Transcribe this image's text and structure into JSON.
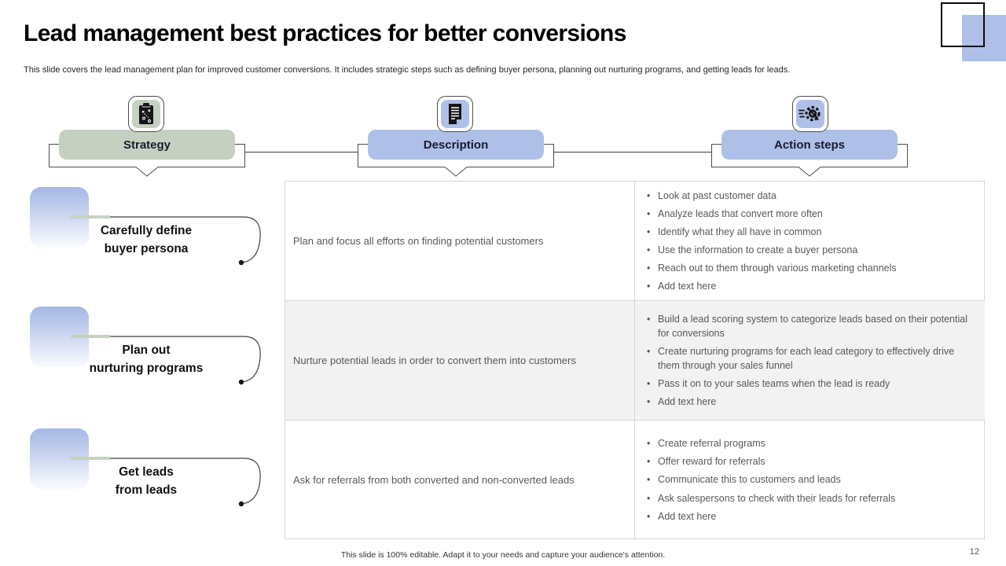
{
  "slide": {
    "title": "Lead management best practices for better conversions",
    "subtitle": "This slide covers the lead management plan for improved customer conversions. It includes strategic steps such as defining buyer persona, planning out nurturing programs, and getting leads for leads.",
    "footer": "This slide is 100% editable.  Adapt it to your needs and capture your audience's attention.",
    "page_number": "12"
  },
  "colors": {
    "sage": "#c6d0c0",
    "blue": "#aec0e8",
    "row_alt": "#f2f2f2",
    "table_border": "#d9d9d9",
    "body_text": "#595959"
  },
  "headers": [
    {
      "label": "Strategy",
      "icon": "clipboard-strategy-icon"
    },
    {
      "label": "Description",
      "icon": "document-icon"
    },
    {
      "label": "Action steps",
      "icon": "gear-speed-icon"
    }
  ],
  "rows": [
    {
      "strategy_lines": [
        "Carefully define",
        "buyer persona"
      ],
      "description": "Plan and focus all efforts  on finding  potential customers",
      "actions": [
        "Look at past customer data",
        "Analyze leads that convert  more often",
        "Identify what they all have  in common",
        "Use the information  to create  a buyer persona",
        "Reach out to them through various  marketing channels",
        "Add text here"
      ]
    },
    {
      "strategy_lines": [
        "Plan out",
        "nurturing programs"
      ],
      "description": "Nurture  potential leads in order  to convert  them into customers",
      "actions": [
        "Build a lead scoring system to categorize leads based on their potential  for conversions",
        "Create nurturing  programs  for each lead category to effectively  drive them through  your sales funnel",
        "Pass it on  to your  sales teams when  the lead is ready",
        "Add text here"
      ]
    },
    {
      "strategy_lines": [
        "Get leads",
        "from leads"
      ],
      "description": "Ask for  referrals  from  both converted  and non-converted  leads",
      "actions": [
        "Create  referral  programs",
        "Offer  reward  for  referrals",
        "Communicate  this to customers  and leads",
        "Ask salespersons  to check  with their  leads  for  referrals",
        "Add text here"
      ]
    }
  ]
}
